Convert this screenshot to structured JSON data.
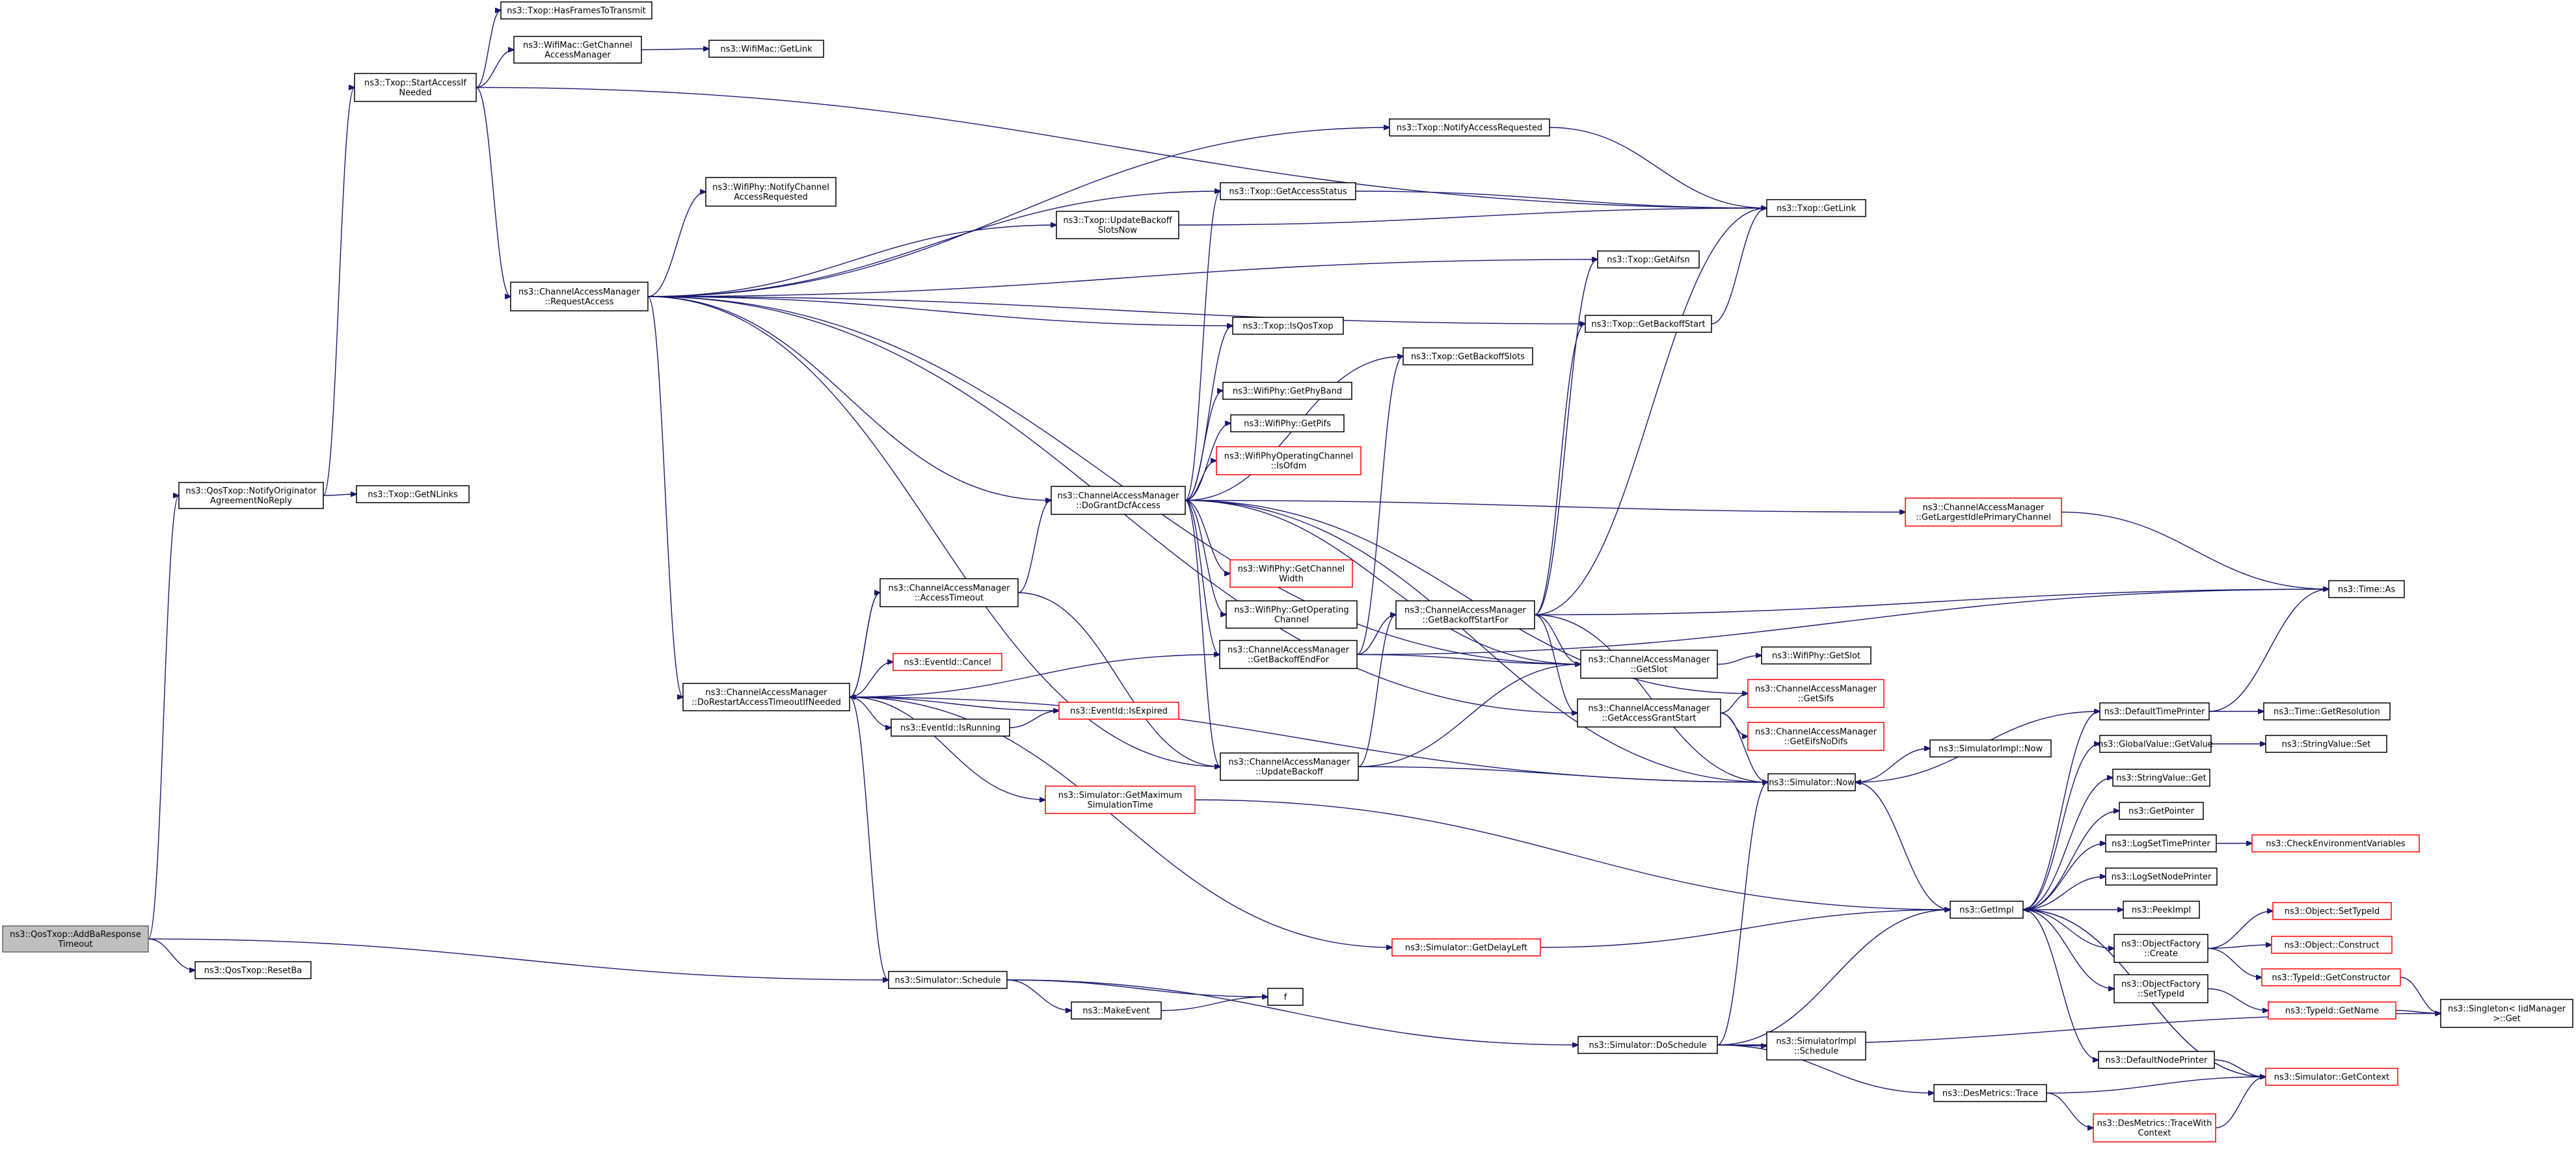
{
  "graph": {
    "nodes": [
      {
        "id": "root",
        "lines": [
          "ns3::QosTxop::AddBaResponse",
          "Timeout"
        ],
        "red": false,
        "root": true
      },
      {
        "id": "notify",
        "lines": [
          "ns3::QosTxop::NotifyOriginator",
          "AgreementNoReply"
        ],
        "red": false
      },
      {
        "id": "resetba",
        "lines": [
          "ns3::QosTxop::ResetBa"
        ],
        "red": false
      },
      {
        "id": "getnlinks",
        "lines": [
          "ns3::Txop::GetNLinks"
        ],
        "red": false
      },
      {
        "id": "startaccess",
        "lines": [
          "ns3::Txop::StartAccessIf",
          "Needed"
        ],
        "red": false
      },
      {
        "id": "hasframes",
        "lines": [
          "ns3::Txop::HasFramesToTransmit"
        ],
        "red": false
      },
      {
        "id": "getcam",
        "lines": [
          "ns3::WifiMac::GetChannel",
          "AccessManager"
        ],
        "red": false
      },
      {
        "id": "maclink",
        "lines": [
          "ns3::WifiMac::GetLink"
        ],
        "red": false
      },
      {
        "id": "reqaccess",
        "lines": [
          "ns3::ChannelAccessManager",
          "::RequestAccess"
        ],
        "red": false
      },
      {
        "id": "notifycar",
        "lines": [
          "ns3::WifiPhy::NotifyChannel",
          "AccessRequested"
        ],
        "red": false
      },
      {
        "id": "notifyar",
        "lines": [
          "ns3::Txop::NotifyAccessRequested"
        ],
        "red": false
      },
      {
        "id": "getaccessstatus",
        "lines": [
          "ns3::Txop::GetAccessStatus"
        ],
        "red": false
      },
      {
        "id": "updatebackoffnow",
        "lines": [
          "ns3::Txop::UpdateBackoff",
          "SlotsNow"
        ],
        "red": false
      },
      {
        "id": "txopgetlink",
        "lines": [
          "ns3::Txop::GetLink"
        ],
        "red": false
      },
      {
        "id": "getaifsn",
        "lines": [
          "ns3::Txop::GetAifsn"
        ],
        "red": false
      },
      {
        "id": "getbackoffstart",
        "lines": [
          "ns3::Txop::GetBackoffStart"
        ],
        "red": false
      },
      {
        "id": "isqostxop",
        "lines": [
          "ns3::Txop::IsQosTxop"
        ],
        "red": false
      },
      {
        "id": "getbackoffslots",
        "lines": [
          "ns3::Txop::GetBackoffSlots"
        ],
        "red": false
      },
      {
        "id": "getphyband",
        "lines": [
          "ns3::WifiPhy::GetPhyBand"
        ],
        "red": false
      },
      {
        "id": "getpifs",
        "lines": [
          "ns3::WifiPhy::GetPifs"
        ],
        "red": false
      },
      {
        "id": "isofdm",
        "lines": [
          "ns3::WifiPhyOperatingChannel",
          "::IsOfdm"
        ],
        "red": true
      },
      {
        "id": "dogrant",
        "lines": [
          "ns3::ChannelAccessManager",
          "::DoGrantDcfAccess"
        ],
        "red": false
      },
      {
        "id": "getchwidth",
        "lines": [
          "ns3::WifiPhy::GetChannel",
          "Width"
        ],
        "red": true
      },
      {
        "id": "getopch",
        "lines": [
          "ns3::WifiPhy::GetOperating",
          "Channel"
        ],
        "red": false
      },
      {
        "id": "getbackoffendfor",
        "lines": [
          "ns3::ChannelAccessManager",
          "::GetBackoffEndFor"
        ],
        "red": false
      },
      {
        "id": "getbackoffstartfor",
        "lines": [
          "ns3::ChannelAccessManager",
          "::GetBackoffStartFor"
        ],
        "red": false
      },
      {
        "id": "largestidle",
        "lines": [
          "ns3::ChannelAccessManager",
          "::GetLargestIdlePrimaryChannel"
        ],
        "red": true
      },
      {
        "id": "timeas",
        "lines": [
          "ns3::Time::As"
        ],
        "red": false
      },
      {
        "id": "accesstimeout",
        "lines": [
          "ns3::ChannelAccessManager",
          "::AccessTimeout"
        ],
        "red": false
      },
      {
        "id": "dorestart",
        "lines": [
          "ns3::ChannelAccessManager",
          "::DoRestartAccessTimeoutIfNeeded"
        ],
        "red": false
      },
      {
        "id": "eventcancel",
        "lines": [
          "ns3::EventId::Cancel"
        ],
        "red": true
      },
      {
        "id": "isexpired",
        "lines": [
          "ns3::EventId::IsExpired"
        ],
        "red": true
      },
      {
        "id": "isrunning",
        "lines": [
          "ns3::EventId::IsRunning"
        ],
        "red": false
      },
      {
        "id": "getslot",
        "lines": [
          "ns3::ChannelAccessManager",
          "::GetSlot"
        ],
        "red": false
      },
      {
        "id": "phygetslot",
        "lines": [
          "ns3::WifiPhy::GetSlot"
        ],
        "red": false
      },
      {
        "id": "getsifs",
        "lines": [
          "ns3::ChannelAccessManager",
          "::GetSifs"
        ],
        "red": true
      },
      {
        "id": "getaccessgrantstart",
        "lines": [
          "ns3::ChannelAccessManager",
          "::GetAccessGrantStart"
        ],
        "red": false
      },
      {
        "id": "geteifsnodifs",
        "lines": [
          "ns3::ChannelAccessManager",
          "::GetEifsNoDifs"
        ],
        "red": true
      },
      {
        "id": "updatebackoff",
        "lines": [
          "ns3::ChannelAccessManager",
          "::UpdateBackoff"
        ],
        "red": false
      },
      {
        "id": "getmaxsim",
        "lines": [
          "ns3::Simulator::GetMaximum",
          "SimulationTime"
        ],
        "red": true
      },
      {
        "id": "simnow",
        "lines": [
          "ns3::Simulator::Now"
        ],
        "red": false
      },
      {
        "id": "simimplnow",
        "lines": [
          "ns3::SimulatorImpl::Now"
        ],
        "red": false
      },
      {
        "id": "defaulttimeprinter",
        "lines": [
          "ns3::DefaultTimePrinter"
        ],
        "red": false
      },
      {
        "id": "getresolution",
        "lines": [
          "ns3::Time::GetResolution"
        ],
        "red": false
      },
      {
        "id": "globalvalue",
        "lines": [
          "ns3::GlobalValue::GetValue"
        ],
        "red": false
      },
      {
        "id": "stringvalueset",
        "lines": [
          "ns3::StringValue::Set"
        ],
        "red": false
      },
      {
        "id": "stringvalueget",
        "lines": [
          "ns3::StringValue::Get"
        ],
        "red": false
      },
      {
        "id": "getpointer",
        "lines": [
          "ns3::GetPointer"
        ],
        "red": false
      },
      {
        "id": "logsettimeprinter",
        "lines": [
          "ns3::LogSetTimePrinter"
        ],
        "red": false
      },
      {
        "id": "checkenv",
        "lines": [
          "ns3::CheckEnvironmentVariables"
        ],
        "red": true
      },
      {
        "id": "logsetnodeprinter",
        "lines": [
          "ns3::LogSetNodePrinter"
        ],
        "red": false
      },
      {
        "id": "getimpl",
        "lines": [
          "ns3::GetImpl"
        ],
        "red": false
      },
      {
        "id": "peekimpl",
        "lines": [
          "ns3::PeekImpl"
        ],
        "red": false
      },
      {
        "id": "objfactorycreate",
        "lines": [
          "ns3::ObjectFactory",
          "::Create"
        ],
        "red": false
      },
      {
        "id": "setobjtypeid",
        "lines": [
          "ns3::Object::SetTypeId"
        ],
        "red": true
      },
      {
        "id": "objconstruct",
        "lines": [
          "ns3::Object::Construct"
        ],
        "red": true
      },
      {
        "id": "typeidgetconstructor",
        "lines": [
          "ns3::TypeId::GetConstructor"
        ],
        "red": true
      },
      {
        "id": "objfactorysettypeid",
        "lines": [
          "ns3::ObjectFactory",
          "::SetTypeId"
        ],
        "red": false
      },
      {
        "id": "typeidgetname",
        "lines": [
          "ns3::TypeId::GetName"
        ],
        "red": true
      },
      {
        "id": "singleton",
        "lines": [
          "ns3::Singleton< IidManager",
          ">::Get"
        ],
        "red": false
      },
      {
        "id": "getdelayleft",
        "lines": [
          "ns3::Simulator::GetDelayLeft"
        ],
        "red": true
      },
      {
        "id": "simschedule",
        "lines": [
          "ns3::Simulator::Schedule"
        ],
        "red": false
      },
      {
        "id": "fnode",
        "lines": [
          "f"
        ],
        "red": false
      },
      {
        "id": "makeevent",
        "lines": [
          "ns3::MakeEvent"
        ],
        "red": false
      },
      {
        "id": "doschedule",
        "lines": [
          "ns3::Simulator::DoSchedule"
        ],
        "red": false
      },
      {
        "id": "simimplschedule",
        "lines": [
          "ns3::SimulatorImpl",
          "::Schedule"
        ],
        "red": false
      },
      {
        "id": "desmetricstrace",
        "lines": [
          "ns3::DesMetrics::Trace"
        ],
        "red": false
      },
      {
        "id": "desmetricstracectx",
        "lines": [
          "ns3::DesMetrics::TraceWith",
          "Context"
        ],
        "red": true
      },
      {
        "id": "getcontext",
        "lines": [
          "ns3::Simulator::GetContext"
        ],
        "red": true
      },
      {
        "id": "defaultnodeprinter",
        "lines": [
          "ns3::DefaultNodePrinter"
        ],
        "red": false
      }
    ],
    "edges": [
      [
        "root",
        "notify"
      ],
      [
        "root",
        "resetba"
      ],
      [
        "root",
        "simschedule"
      ],
      [
        "notify",
        "startaccess"
      ],
      [
        "notify",
        "getnlinks"
      ],
      [
        "startaccess",
        "hasframes"
      ],
      [
        "startaccess",
        "getcam"
      ],
      [
        "startaccess",
        "reqaccess"
      ],
      [
        "startaccess",
        "txopgetlink"
      ],
      [
        "getcam",
        "maclink"
      ],
      [
        "reqaccess",
        "notifycar"
      ],
      [
        "reqaccess",
        "notifyar"
      ],
      [
        "reqaccess",
        "getaccessstatus"
      ],
      [
        "reqaccess",
        "updatebackoffnow"
      ],
      [
        "reqaccess",
        "getaifsn"
      ],
      [
        "reqaccess",
        "getbackoffstart"
      ],
      [
        "reqaccess",
        "isqostxop"
      ],
      [
        "reqaccess",
        "dogrant"
      ],
      [
        "reqaccess",
        "dorestart"
      ],
      [
        "reqaccess",
        "updatebackoff"
      ],
      [
        "reqaccess",
        "getslot"
      ],
      [
        "reqaccess",
        "getaccessgrantstart"
      ],
      [
        "notifyar",
        "txopgetlink"
      ],
      [
        "getaccessstatus",
        "txopgetlink"
      ],
      [
        "updatebackoffnow",
        "txopgetlink"
      ],
      [
        "getbackoffstart",
        "txopgetlink"
      ],
      [
        "dogrant",
        "getaccessstatus"
      ],
      [
        "dogrant",
        "isqostxop"
      ],
      [
        "dogrant",
        "getbackoffslots"
      ],
      [
        "dogrant",
        "getphyband"
      ],
      [
        "dogrant",
        "getpifs"
      ],
      [
        "dogrant",
        "isofdm"
      ],
      [
        "dogrant",
        "getchwidth"
      ],
      [
        "dogrant",
        "getopch"
      ],
      [
        "dogrant",
        "getbackoffendfor"
      ],
      [
        "dogrant",
        "largestidle"
      ],
      [
        "dogrant",
        "getsifs"
      ],
      [
        "dogrant",
        "getslot"
      ],
      [
        "dogrant",
        "simnow"
      ],
      [
        "dogrant",
        "updatebackoff"
      ],
      [
        "getbackoffendfor",
        "getbackoffslots"
      ],
      [
        "getbackoffendfor",
        "getbackoffstartfor"
      ],
      [
        "getbackoffendfor",
        "getslot"
      ],
      [
        "getbackoffendfor",
        "timeas"
      ],
      [
        "getbackoffstartfor",
        "getaifsn"
      ],
      [
        "getbackoffstartfor",
        "getbackoffstart"
      ],
      [
        "getbackoffstartfor",
        "txopgetlink"
      ],
      [
        "getbackoffstartfor",
        "getslot"
      ],
      [
        "getbackoffstartfor",
        "getaccessgrantstart"
      ],
      [
        "getbackoffstartfor",
        "timeas"
      ],
      [
        "getbackoffstartfor",
        "simnow"
      ],
      [
        "largestidle",
        "timeas"
      ],
      [
        "accesstimeout",
        "dogrant"
      ],
      [
        "accesstimeout",
        "dorestart"
      ],
      [
        "accesstimeout",
        "updatebackoff"
      ],
      [
        "dorestart",
        "accesstimeout"
      ],
      [
        "dorestart",
        "getbackoffendfor"
      ],
      [
        "dorestart",
        "eventcancel"
      ],
      [
        "dorestart",
        "isexpired"
      ],
      [
        "dorestart",
        "isrunning"
      ],
      [
        "dorestart",
        "getmaxsim"
      ],
      [
        "dorestart",
        "getdelayleft"
      ],
      [
        "dorestart",
        "simschedule"
      ],
      [
        "dorestart",
        "simnow"
      ],
      [
        "isrunning",
        "isexpired"
      ],
      [
        "getslot",
        "phygetslot"
      ],
      [
        "getaccessgrantstart",
        "getsifs"
      ],
      [
        "getaccessgrantstart",
        "geteifsnodifs"
      ],
      [
        "getaccessgrantstart",
        "simnow"
      ],
      [
        "updatebackoff",
        "getbackoffstartfor"
      ],
      [
        "updatebackoff",
        "getslot"
      ],
      [
        "updatebackoff",
        "simnow"
      ],
      [
        "getmaxsim",
        "getimpl"
      ],
      [
        "simnow",
        "simimplnow"
      ],
      [
        "simnow",
        "getimpl"
      ],
      [
        "defaulttimeprinter",
        "getresolution"
      ],
      [
        "defaulttimeprinter",
        "timeas"
      ],
      [
        "defaulttimeprinter",
        "simnow"
      ],
      [
        "globalvalue",
        "stringvalueset"
      ],
      [
        "logsettimeprinter",
        "checkenv"
      ],
      [
        "getimpl",
        "defaulttimeprinter"
      ],
      [
        "getimpl",
        "globalvalue"
      ],
      [
        "getimpl",
        "stringvalueget"
      ],
      [
        "getimpl",
        "getpointer"
      ],
      [
        "getimpl",
        "logsettimeprinter"
      ],
      [
        "getimpl",
        "logsetnodeprinter"
      ],
      [
        "getimpl",
        "peekimpl"
      ],
      [
        "getimpl",
        "objfactorycreate"
      ],
      [
        "getimpl",
        "objfactorysettypeid"
      ],
      [
        "getimpl",
        "defaultnodeprinter"
      ],
      [
        "getimpl",
        "getcontext"
      ],
      [
        "objfactorycreate",
        "setobjtypeid"
      ],
      [
        "objfactorycreate",
        "objconstruct"
      ],
      [
        "objfactorycreate",
        "typeidgetconstructor"
      ],
      [
        "typeidgetconstructor",
        "singleton"
      ],
      [
        "objfactorysettypeid",
        "typeidgetname"
      ],
      [
        "typeidgetname",
        "singleton"
      ],
      [
        "defaultnodeprinter",
        "getcontext"
      ],
      [
        "getcontext",
        "getimpl"
      ],
      [
        "getdelayleft",
        "getimpl"
      ],
      [
        "simschedule",
        "fnode"
      ],
      [
        "simschedule",
        "makeevent"
      ],
      [
        "simschedule",
        "doschedule"
      ],
      [
        "makeevent",
        "fnode"
      ],
      [
        "doschedule",
        "simimplschedule"
      ],
      [
        "doschedule",
        "desmetricstrace"
      ],
      [
        "doschedule",
        "getimpl"
      ],
      [
        "doschedule",
        "simnow"
      ],
      [
        "doschedule",
        "singleton"
      ],
      [
        "desmetricstrace",
        "desmetricstracectx"
      ],
      [
        "desmetricstrace",
        "getcontext"
      ],
      [
        "desmetricstracectx",
        "getcontext"
      ]
    ]
  }
}
